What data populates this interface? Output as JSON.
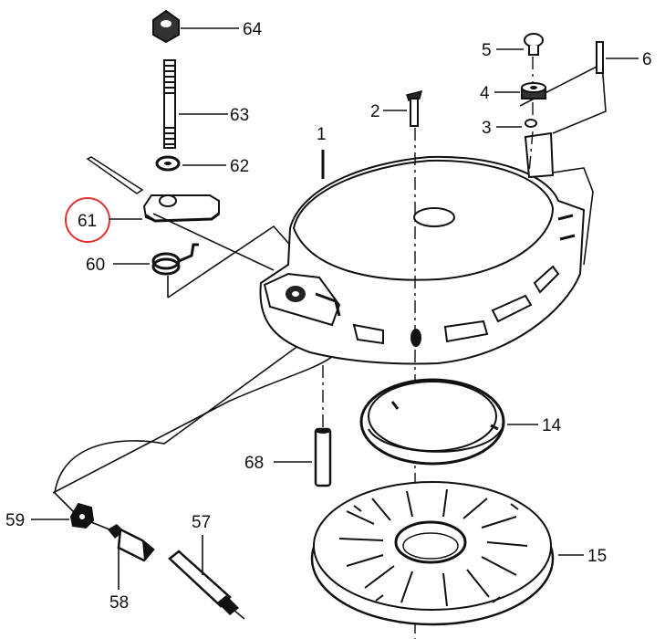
{
  "callouts": {
    "p64": "64",
    "p63": "63",
    "p62": "62",
    "p61": "61",
    "p60": "60",
    "p59": "59",
    "p58": "58",
    "p57": "57",
    "p68": "68",
    "p1": "1",
    "p2": "2",
    "p3": "3",
    "p4": "4",
    "p5": "5",
    "p6": "6",
    "p14": "14",
    "p15": "15"
  },
  "highlight": {
    "part": "61",
    "color": "#e03030"
  },
  "colors": {
    "ink": "#111111",
    "paper": "#ffffff"
  }
}
